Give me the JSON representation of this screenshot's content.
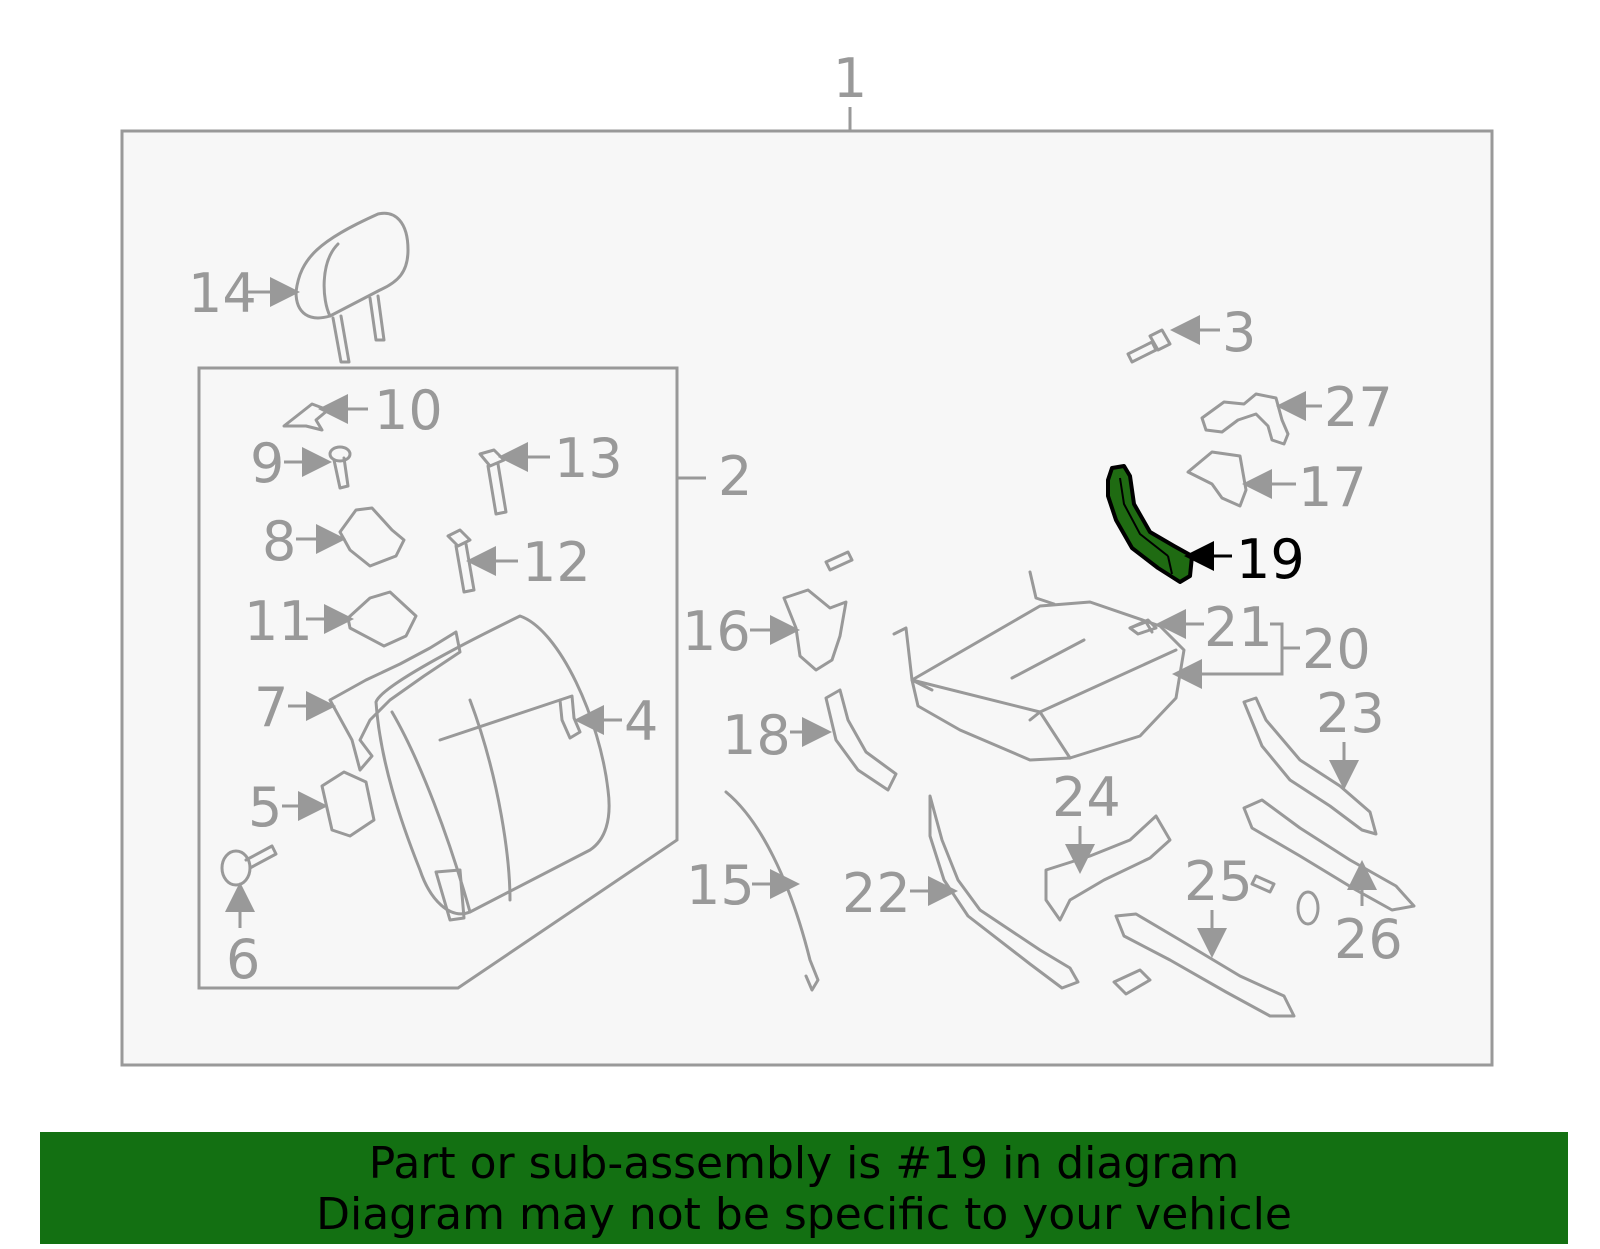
{
  "colors": {
    "line": "#999999",
    "panel_fill": "#f7f7f7",
    "highlight_fill": "#1f6b12",
    "banner_bg": "#137012",
    "text_dark": "#000000"
  },
  "highlighted_part": "19",
  "callouts": {
    "c1": "1",
    "c2": "2",
    "c3": "3",
    "c4": "4",
    "c5": "5",
    "c6": "6",
    "c7": "7",
    "c8": "8",
    "c9": "9",
    "c10": "10",
    "c11": "11",
    "c12": "12",
    "c13": "13",
    "c14": "14",
    "c15": "15",
    "c16": "16",
    "c17": "17",
    "c18": "18",
    "c19": "19",
    "c20": "20",
    "c21": "21",
    "c22": "22",
    "c23": "23",
    "c24": "24",
    "c25": "25",
    "c26": "26",
    "c27": "27"
  },
  "banner": {
    "line1": "Part or sub-assembly is #19 in diagram",
    "line2": "Diagram may not be specific to your vehicle"
  }
}
